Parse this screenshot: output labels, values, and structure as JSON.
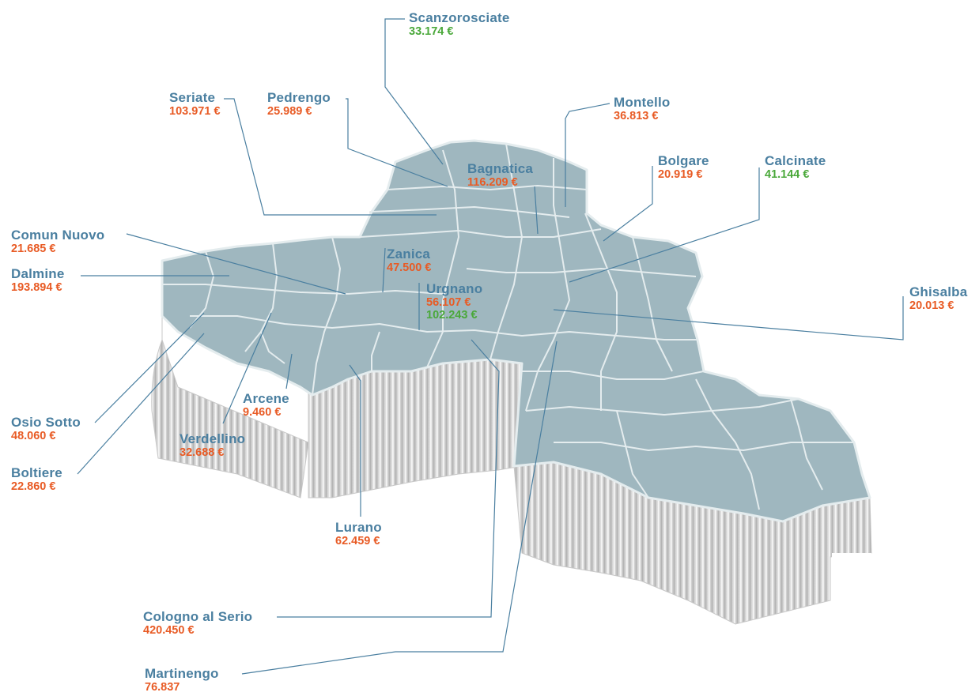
{
  "colors": {
    "name": "#4a7fa0",
    "value_orange": "#e85b25",
    "value_green": "#4aa83a",
    "map_fill": "#9fb7bf",
    "map_border": "#e4ecee",
    "wall_light": "#e2e2e2",
    "wall_dark": "#a9a9a9",
    "leader": "#4a7fa0"
  },
  "places": [
    {
      "key": "scanzorosciate",
      "name": "Scanzorosciate",
      "values": [
        {
          "text": "33.174 €",
          "tone": "green"
        }
      ]
    },
    {
      "key": "seriate",
      "name": "Seriate",
      "values": [
        {
          "text": "103.971 €",
          "tone": "orange"
        }
      ]
    },
    {
      "key": "pedrengo",
      "name": "Pedrengo",
      "values": [
        {
          "text": "25.989 €",
          "tone": "orange"
        }
      ]
    },
    {
      "key": "montello",
      "name": "Montello",
      "values": [
        {
          "text": "36.813 €",
          "tone": "orange"
        }
      ]
    },
    {
      "key": "bagnatica",
      "name": "Bagnatica",
      "values": [
        {
          "text": "116.209 €",
          "tone": "orange"
        }
      ]
    },
    {
      "key": "bolgare",
      "name": "Bolgare",
      "values": [
        {
          "text": "20.919 €",
          "tone": "orange"
        }
      ]
    },
    {
      "key": "calcinate",
      "name": "Calcinate",
      "values": [
        {
          "text": "41.144 €",
          "tone": "green"
        }
      ]
    },
    {
      "key": "comun-nuovo",
      "name": "Comun Nuovo",
      "values": [
        {
          "text": "21.685 €",
          "tone": "orange"
        }
      ]
    },
    {
      "key": "dalmine",
      "name": "Dalmine",
      "values": [
        {
          "text": "193.894 €",
          "tone": "orange"
        }
      ]
    },
    {
      "key": "zanica",
      "name": "Zanica",
      "values": [
        {
          "text": "47.500 €",
          "tone": "orange"
        }
      ]
    },
    {
      "key": "urgnano",
      "name": "Urgnano",
      "values": [
        {
          "text": "56.107 €",
          "tone": "orange"
        },
        {
          "text": "102.243 €",
          "tone": "green"
        }
      ]
    },
    {
      "key": "ghisalba",
      "name": "Ghisalba",
      "values": [
        {
          "text": "20.013 €",
          "tone": "orange"
        }
      ]
    },
    {
      "key": "osio-sotto",
      "name": "Osio Sotto",
      "values": [
        {
          "text": "48.060 €",
          "tone": "orange"
        }
      ]
    },
    {
      "key": "arcene",
      "name": "Arcene",
      "values": [
        {
          "text": "9.460 €",
          "tone": "orange"
        }
      ]
    },
    {
      "key": "verdellino",
      "name": "Verdellino",
      "values": [
        {
          "text": "32.688 €",
          "tone": "orange"
        }
      ]
    },
    {
      "key": "boltiere",
      "name": "Boltiere",
      "values": [
        {
          "text": "22.860 €",
          "tone": "orange"
        }
      ]
    },
    {
      "key": "lurano",
      "name": "Lurano",
      "values": [
        {
          "text": "62.459 €",
          "tone": "orange"
        }
      ]
    },
    {
      "key": "cologno-al-serio",
      "name": "Cologno al Serio",
      "values": [
        {
          "text": "420.450 €",
          "tone": "orange"
        }
      ]
    },
    {
      "key": "martinengo",
      "name": "Martinengo",
      "values": [
        {
          "text": "76.837",
          "tone": "orange"
        }
      ]
    }
  ]
}
